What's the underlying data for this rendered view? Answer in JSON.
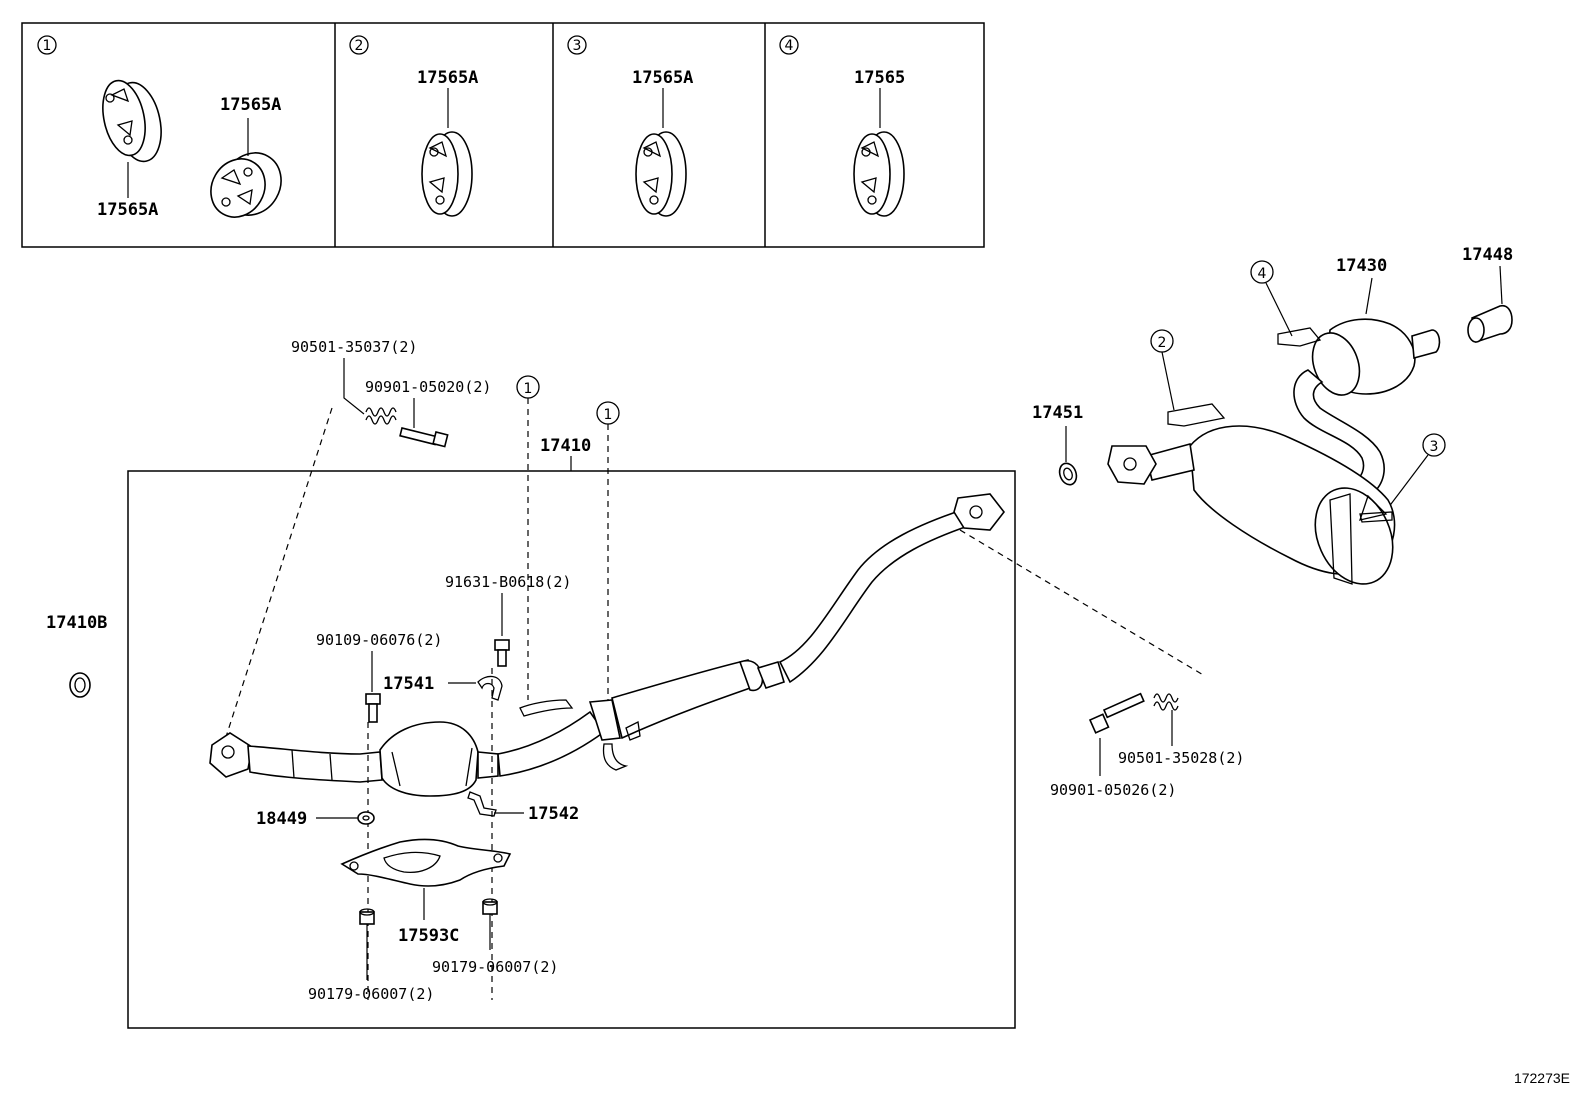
{
  "insets": [
    {
      "index": "1",
      "labels": [
        "17565A",
        "17565A"
      ]
    },
    {
      "index": "2",
      "labels": [
        "17565A"
      ]
    },
    {
      "index": "3",
      "labels": [
        "17565A"
      ]
    },
    {
      "index": "4",
      "labels": [
        "17565"
      ]
    }
  ],
  "parts": {
    "assembly": "17410",
    "gasket_b": "17410B",
    "bolt_front": "90501-35037(2)",
    "bolt_front_2": "90901-05020(2)",
    "bolt_upper": "91631-B0618(2)",
    "bolt_left": "90109-06076(2)",
    "clamp_upper": "17541",
    "clamp_lower": "17542",
    "gasket_18449": "18449",
    "heat_shield": "17593C",
    "nut_right": "90179-06007(2)",
    "nut_left": "90179-06007(2)",
    "tail_pipe": "17430",
    "tip": "17448",
    "gasket_17451": "17451",
    "spring_rear": "90501-35028(2)",
    "bolt_rear": "90901-05026(2)"
  },
  "callouts": {
    "c1a": "1",
    "c1b": "1",
    "c2": "2",
    "c3": "3",
    "c4": "4"
  },
  "reference_code": "172273E"
}
